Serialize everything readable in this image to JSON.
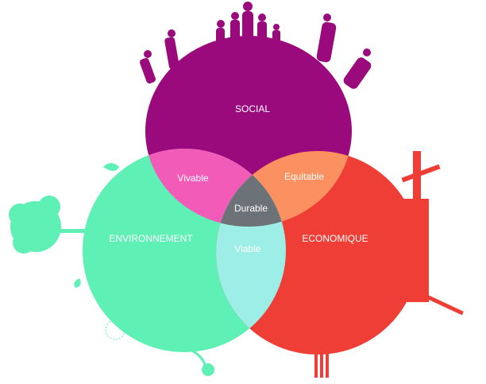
{
  "sets": {
    "social": {
      "label": "SOCIAL",
      "color": "#9b0a7d"
    },
    "environment": {
      "label": "ENVIRONNEMENT",
      "color": "#5ef0b4"
    },
    "economic": {
      "label": "ECONOMIQUE",
      "color": "#ef3e36"
    }
  },
  "intersections": {
    "social_environment": {
      "label": "Vivable",
      "color": "#f25cb8"
    },
    "social_economic": {
      "label": "Equitable",
      "color": "#fb9160"
    },
    "environment_economic": {
      "label": "Viable",
      "color": "#9deee6"
    },
    "all": {
      "label": "Durable",
      "color": "#6b7379"
    }
  }
}
